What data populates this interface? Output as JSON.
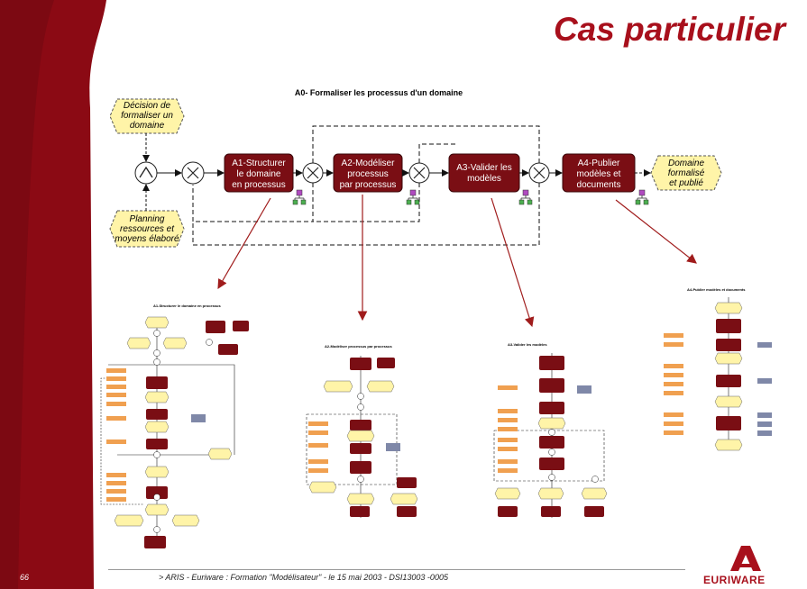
{
  "slide": {
    "title": "Cas particulier",
    "page_number": "66",
    "footer": "> ARIS - Euriware : Formation \"Modélisateur\" - le 15 mai 2003 - DSI13003 -0005",
    "logo_text": "EURIWARE"
  },
  "diagram": {
    "title": "A0- Formaliser les processus d'un domaine",
    "events": {
      "decision": [
        "Décision de",
        "formaliser un",
        "domaine"
      ],
      "planning": [
        "Planning",
        "ressources et",
        "moyens élaboré"
      ],
      "domaine": [
        "Domaine",
        "formalisé",
        "et publié"
      ]
    },
    "functions": {
      "a1": [
        "A1-Structurer",
        "le domaine",
        "en processus"
      ],
      "a2": [
        "A2-Modéliser",
        "processus",
        "par processus"
      ],
      "a3": [
        "A3-Valider les",
        "modèles"
      ],
      "a4": [
        "A4-Publier",
        "modèles et",
        "documents"
      ]
    },
    "connectors": {
      "and": "∧",
      "xor": "×"
    }
  },
  "subdiagrams": {
    "a1_title": "A1-Structurer le domaine en processus",
    "a2_title": "A2-Modéliser processus par processus",
    "a3_title": "A3-Valider les modèles",
    "a4_title": "A4-Publier modèles et documents"
  },
  "colors": {
    "band": "#8b0a14",
    "function": "#7a0e14",
    "event": "#fff4a8",
    "title": "#a8101c",
    "arrow": "#a01c1c",
    "orange": "#f0a050",
    "grey_blue": "#7f88a8"
  }
}
